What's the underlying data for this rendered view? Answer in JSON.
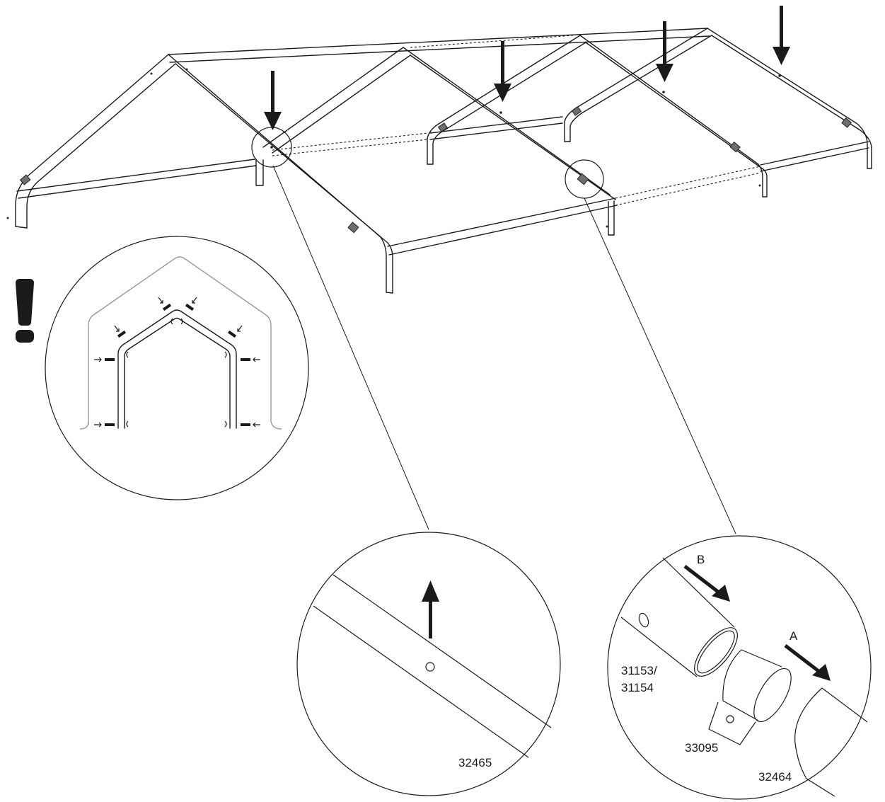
{
  "callouts": {
    "right_zoom_letter_b": "B",
    "right_zoom_letter_a": "A",
    "part_tube": "31153/\n31154",
    "part_tube_line1": "31153/",
    "part_tube_line2": "31154",
    "part_sleeve": "33095",
    "part_rail": "32464",
    "part_roof_tube": "32465"
  },
  "icons": {
    "warning": "exclamation-icon",
    "push_arrow": "down-arrow-icon"
  },
  "colors": {
    "ink": "#1a1a1a",
    "clip": "#6e6e6e",
    "outline_grey": "#9a9a9a"
  }
}
